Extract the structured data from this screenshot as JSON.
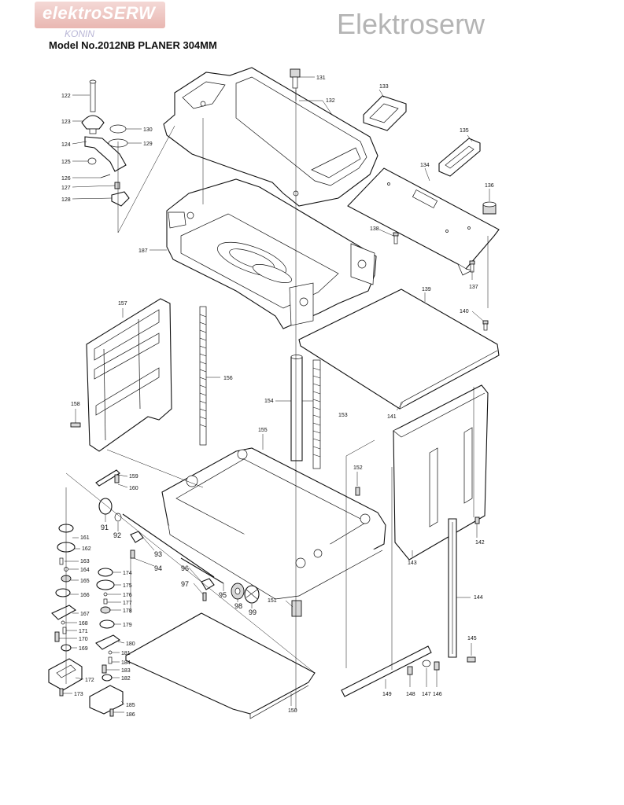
{
  "header": {
    "logo_text": "elektroSERW",
    "logo_sub": "KONIN",
    "watermark": "Elektroserw",
    "model_title": "Model No.2012NB PLANER 304MM"
  },
  "parts": [
    {
      "id": "p122",
      "label": "122"
    },
    {
      "id": "p123",
      "label": "123"
    },
    {
      "id": "p124",
      "label": "124"
    },
    {
      "id": "p125",
      "label": "125"
    },
    {
      "id": "p126",
      "label": "126"
    },
    {
      "id": "p127",
      "label": "127"
    },
    {
      "id": "p128",
      "label": "128"
    },
    {
      "id": "p129",
      "label": "129"
    },
    {
      "id": "p130",
      "label": "130"
    },
    {
      "id": "p131",
      "label": "131"
    },
    {
      "id": "p132",
      "label": "132"
    },
    {
      "id": "p133",
      "label": "133"
    },
    {
      "id": "p134",
      "label": "134"
    },
    {
      "id": "p135",
      "label": "135"
    },
    {
      "id": "p136",
      "label": "136"
    },
    {
      "id": "p137",
      "label": "137"
    },
    {
      "id": "p138",
      "label": "138"
    },
    {
      "id": "p139",
      "label": "139"
    },
    {
      "id": "p140",
      "label": "140"
    },
    {
      "id": "p141",
      "label": "141"
    },
    {
      "id": "p142",
      "label": "142"
    },
    {
      "id": "p143",
      "label": "143"
    },
    {
      "id": "p144",
      "label": "144"
    },
    {
      "id": "p145",
      "label": "145"
    },
    {
      "id": "p146",
      "label": "146"
    },
    {
      "id": "p147",
      "label": "147"
    },
    {
      "id": "p148",
      "label": "148"
    },
    {
      "id": "p149",
      "label": "149"
    },
    {
      "id": "p150",
      "label": "150"
    },
    {
      "id": "p151",
      "label": "151"
    },
    {
      "id": "p152",
      "label": "152"
    },
    {
      "id": "p153",
      "label": "153"
    },
    {
      "id": "p154",
      "label": "154"
    },
    {
      "id": "p155",
      "label": "155"
    },
    {
      "id": "p156",
      "label": "156"
    },
    {
      "id": "p157",
      "label": "157"
    },
    {
      "id": "p158",
      "label": "158"
    },
    {
      "id": "p159",
      "label": "159"
    },
    {
      "id": "p160",
      "label": "160"
    },
    {
      "id": "p161",
      "label": "161"
    },
    {
      "id": "p162",
      "label": "162"
    },
    {
      "id": "p163",
      "label": "163"
    },
    {
      "id": "p164",
      "label": "164"
    },
    {
      "id": "p165",
      "label": "165"
    },
    {
      "id": "p166",
      "label": "166"
    },
    {
      "id": "p167",
      "label": "167"
    },
    {
      "id": "p168",
      "label": "168"
    },
    {
      "id": "p169",
      "label": "169"
    },
    {
      "id": "p170",
      "label": "170"
    },
    {
      "id": "p171",
      "label": "171"
    },
    {
      "id": "p172",
      "label": "172"
    },
    {
      "id": "p173",
      "label": "173"
    },
    {
      "id": "p174",
      "label": "174"
    },
    {
      "id": "p175",
      "label": "175"
    },
    {
      "id": "p176",
      "label": "176"
    },
    {
      "id": "p177",
      "label": "177"
    },
    {
      "id": "p178",
      "label": "178"
    },
    {
      "id": "p179",
      "label": "179"
    },
    {
      "id": "p180",
      "label": "180"
    },
    {
      "id": "p181",
      "label": "181"
    },
    {
      "id": "p182",
      "label": "182"
    },
    {
      "id": "p183",
      "label": "183"
    },
    {
      "id": "p184",
      "label": "184"
    },
    {
      "id": "p185",
      "label": "185"
    },
    {
      "id": "p186",
      "label": "186"
    },
    {
      "id": "p187",
      "label": "187"
    },
    {
      "id": "p91",
      "label": "91"
    },
    {
      "id": "p92",
      "label": "92"
    },
    {
      "id": "p93",
      "label": "93"
    },
    {
      "id": "p94",
      "label": "94"
    },
    {
      "id": "p95",
      "label": "95"
    },
    {
      "id": "p96",
      "label": "96"
    },
    {
      "id": "p97",
      "label": "97"
    },
    {
      "id": "p98",
      "label": "98"
    },
    {
      "id": "p99",
      "label": "99"
    }
  ]
}
